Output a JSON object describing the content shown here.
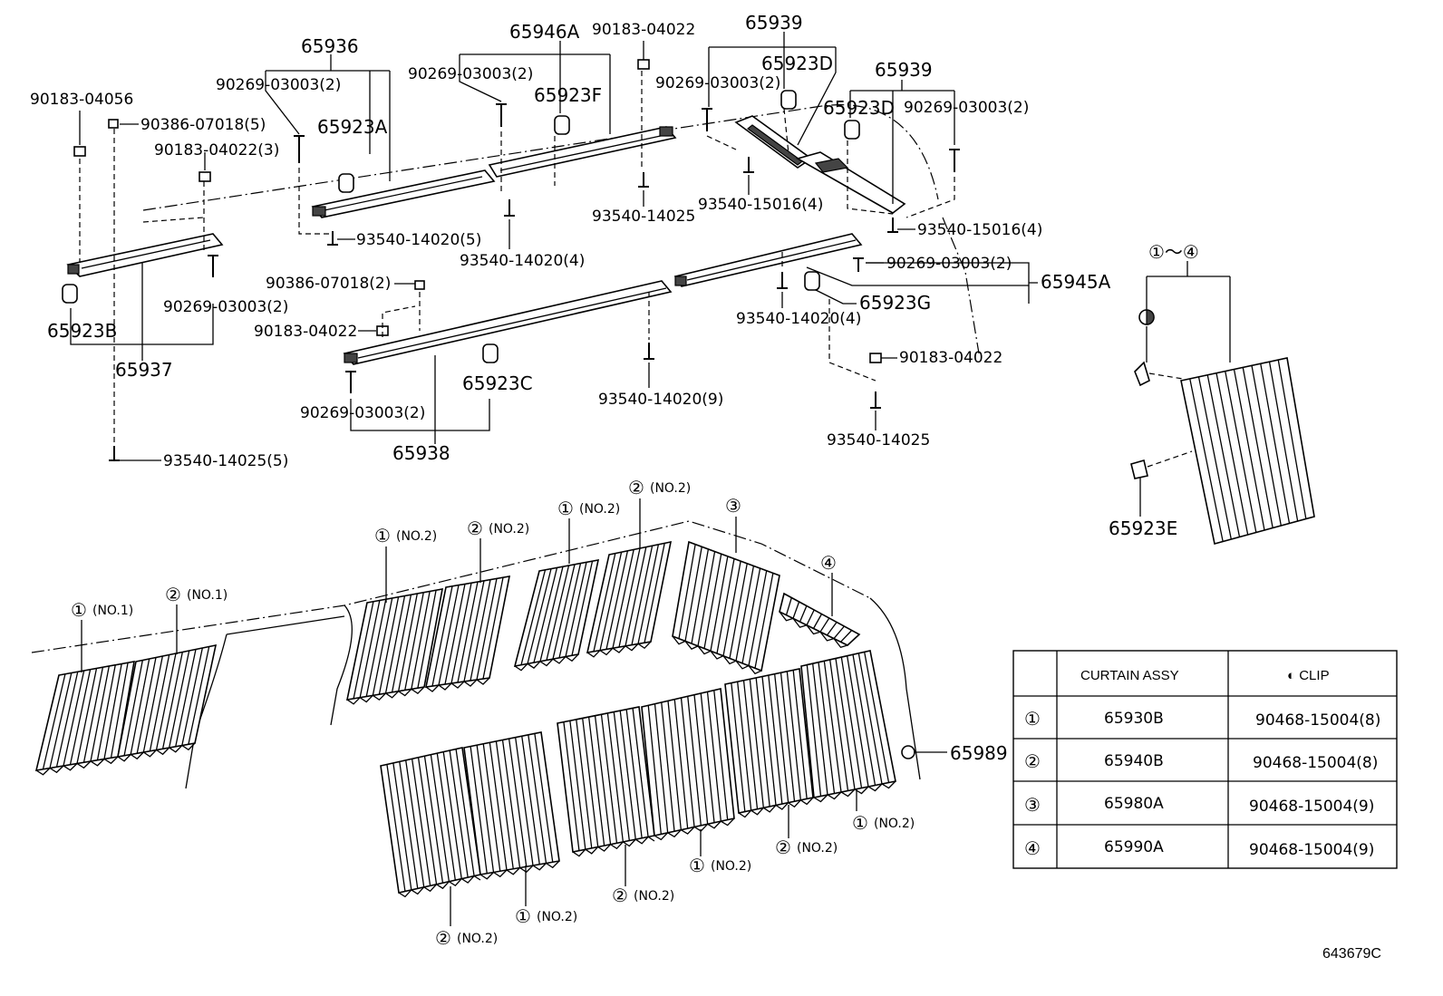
{
  "figure_id": "643679C",
  "labels": {
    "p65936": "65936",
    "p65946A": "65946A",
    "p90183_04022_top": "90183-04022",
    "p65939_a": "65939",
    "p65939_b": "65939",
    "p90269_a": "90269-03003(2)",
    "p90269_b": "90269-03003(2)",
    "p90269_c": "90269-03003(2)",
    "p90269_d": "90269-03003(2)",
    "p90269_e": "90269-03003(2)",
    "p90269_f": "90269-03003(2)",
    "p90269_g": "90269-03003(2)",
    "p65923D_a": "65923D",
    "p65923D_b": "65923D",
    "p65923F": "65923F",
    "p65923A": "65923A",
    "p90183_04056": "90183-04056",
    "p90386_5": "90386-07018(5)",
    "p90183_3": "90183-04022(3)",
    "p93540_14025_top": "93540-14025",
    "p93540_15016_a": "93540-15016(4)",
    "p93540_15016_b": "93540-15016(4)",
    "p93540_14020_5": "93540-14020(5)",
    "p93540_14020_4a": "93540-14020(4)",
    "p65945A": "65945A",
    "p65923G": "65923G",
    "p93540_14020_4b": "93540-14020(4)",
    "p90386_2": "90386-07018(2)",
    "p90183_04022_mid": "90183-04022",
    "p90183_04022_right": "90183-04022",
    "p65923B": "65923B",
    "p65937": "65937",
    "p65923C": "65923C",
    "p93540_14020_9": "93540-14020(9)",
    "p93540_14025_right": "93540-14025",
    "p65938": "65938",
    "p93540_14025_5": "93540-14025(5)",
    "p65923E": "65923E",
    "range": "①～④",
    "p65989": "65989"
  },
  "curtain_callouts": [
    {
      "num": "①",
      "tag": "(NO.1)"
    },
    {
      "num": "②",
      "tag": "(NO.1)"
    },
    {
      "num": "①",
      "tag": "(NO.2)"
    },
    {
      "num": "②",
      "tag": "(NO.2)"
    },
    {
      "num": "①",
      "tag": "(NO.2)"
    },
    {
      "num": "②",
      "tag": "(NO.2)"
    },
    {
      "num": "③",
      "tag": ""
    },
    {
      "num": "④",
      "tag": ""
    },
    {
      "num": "①",
      "tag": "(NO.2)"
    },
    {
      "num": "②",
      "tag": "(NO.2)"
    },
    {
      "num": "①",
      "tag": "(NO.2)"
    },
    {
      "num": "②",
      "tag": "(NO.2)"
    },
    {
      "num": "①",
      "tag": "(NO.2)"
    },
    {
      "num": "②",
      "tag": "(NO.2)"
    }
  ],
  "table": {
    "headers": [
      "",
      "CURTAIN ASSY",
      "◐ CLIP"
    ],
    "rows": [
      {
        "num": "①",
        "assy": "65930B",
        "clip": "90468-15004(8)"
      },
      {
        "num": "②",
        "assy": "65940B",
        "clip": "90468-15004(8)"
      },
      {
        "num": "③",
        "assy": "65980A",
        "clip": "90468-15004(9)"
      },
      {
        "num": "④",
        "assy": "65990A",
        "clip": "90468-15004(9)"
      }
    ]
  }
}
